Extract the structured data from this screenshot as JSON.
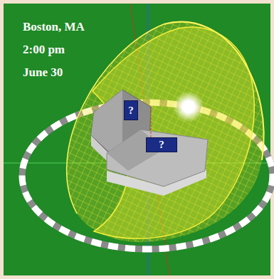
{
  "diagram": {
    "nodes": [
      {
        "text": [
          "?"
        ]
      },
      {
        "text": [
          "?"
        ]
      }
    ],
    "labels": [
      "Boston, MA",
      "2:00 pm",
      "June 30"
    ]
  }
}
